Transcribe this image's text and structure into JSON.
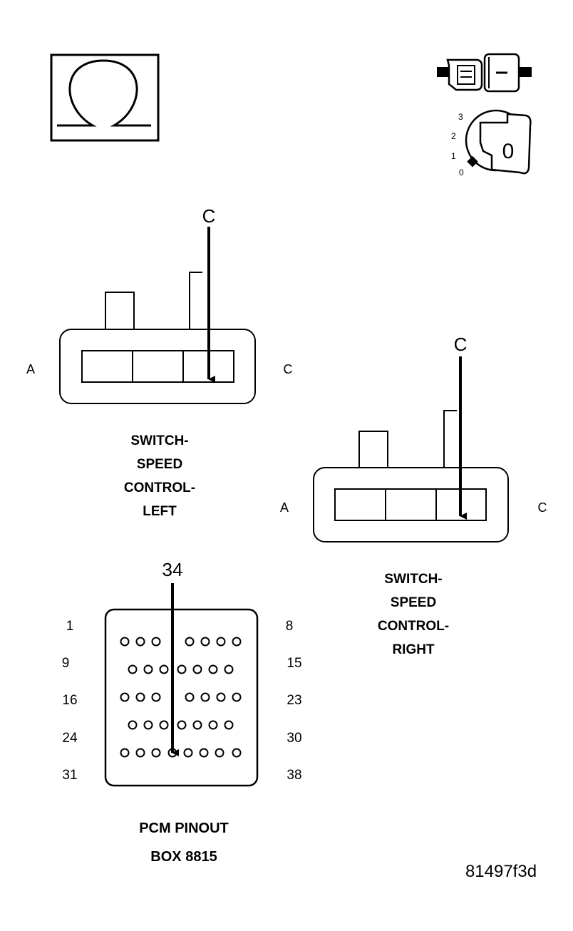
{
  "ohm_symbol": {
    "glyph": "Ω"
  },
  "ignition_icon": {
    "positions": [
      "3",
      "2",
      "1",
      "0"
    ],
    "key_label": "0"
  },
  "left_switch": {
    "pin_callout": "C",
    "side_left": "A",
    "side_right": "C",
    "caption": [
      "SWITCH-",
      "SPEED",
      "CONTROL-",
      "LEFT"
    ]
  },
  "right_switch": {
    "pin_callout": "C",
    "side_left": "A",
    "side_right": "C",
    "caption": [
      "SWITCH-",
      "SPEED",
      "CONTROL-",
      "RIGHT"
    ]
  },
  "pcm": {
    "pin_callout": "34",
    "left_numbers": [
      "1",
      "9",
      "16",
      "24",
      "31"
    ],
    "right_numbers": [
      "8",
      "15",
      "23",
      "30",
      "38"
    ],
    "caption": [
      "PCM PINOUT",
      "BOX 8815"
    ]
  },
  "figure_id": "81497f3d"
}
